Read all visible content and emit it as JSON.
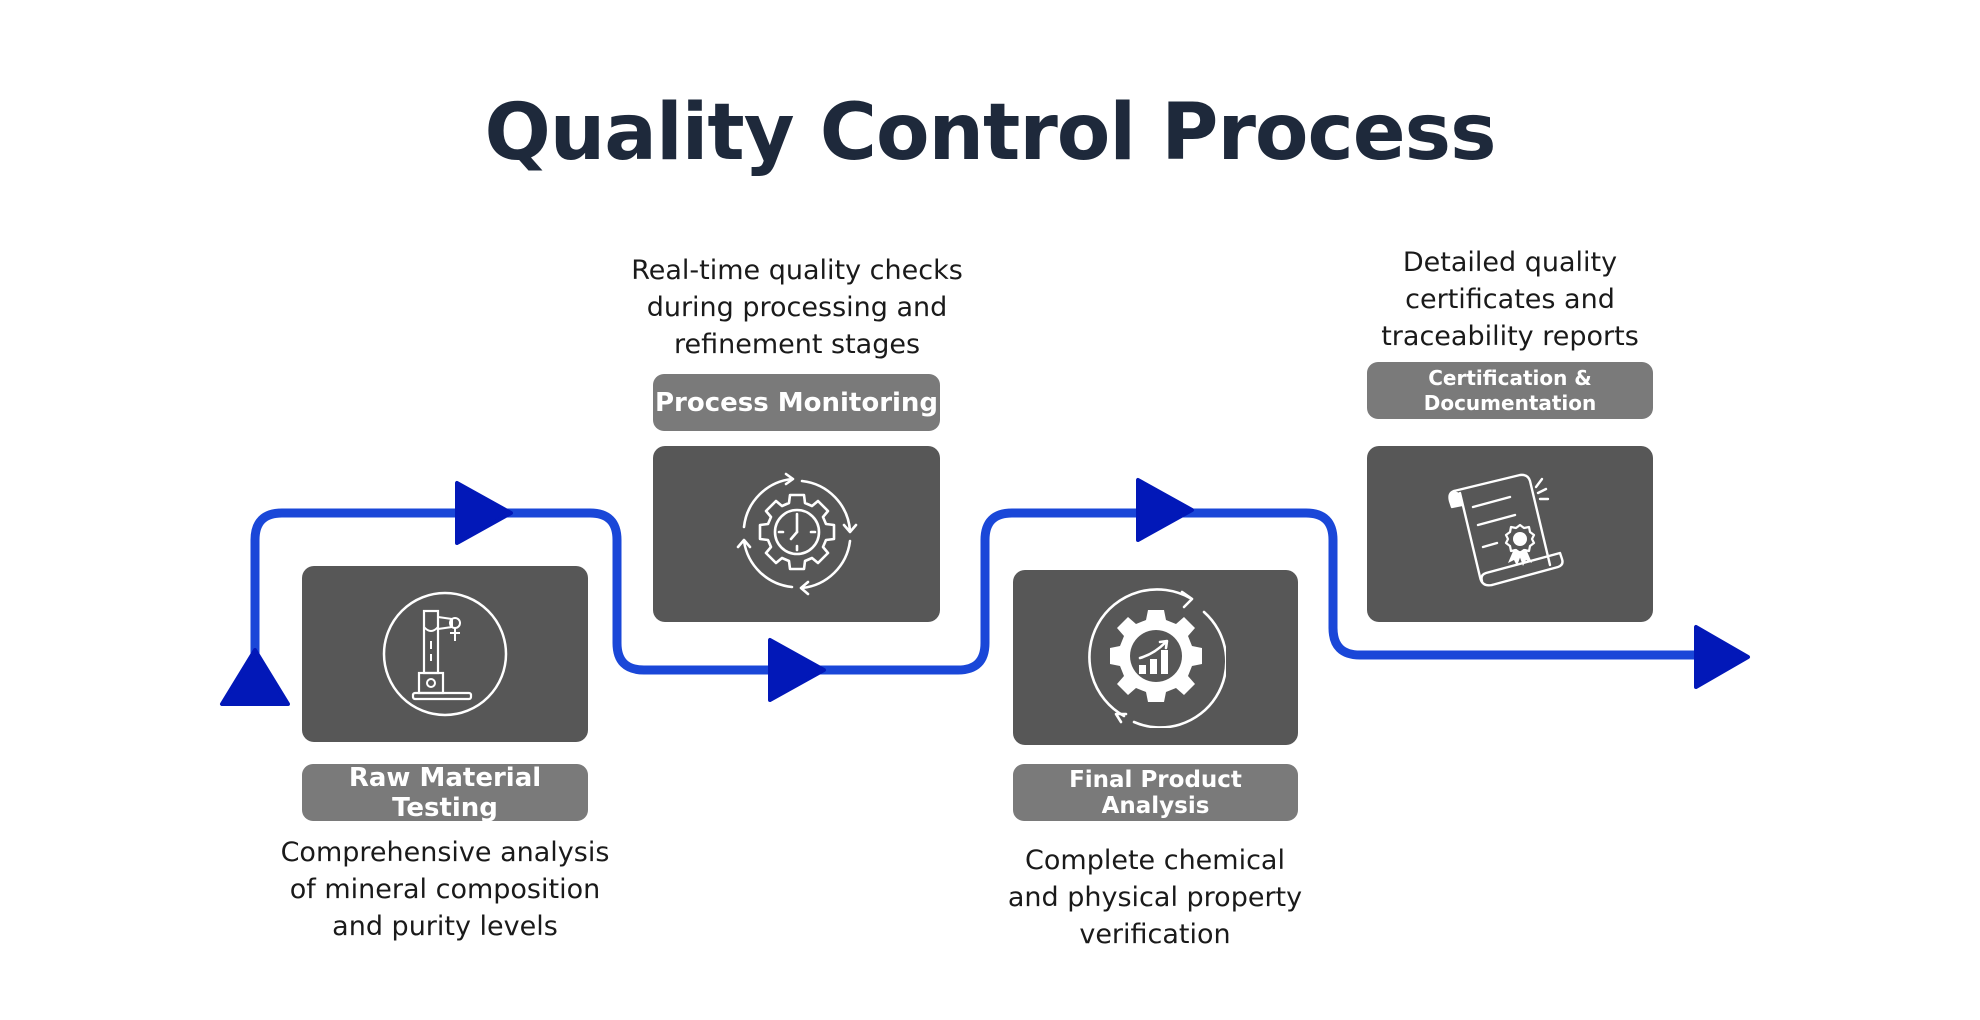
{
  "title": "Quality Control Process",
  "colors": {
    "title": "#1e293b",
    "path": "#1a47d8",
    "arrow": "#0218b8",
    "card": "#575757",
    "label": "#7a7a7a",
    "text": "#1a1a1a"
  },
  "steps": [
    {
      "label": "Raw Material Testing",
      "icon": "microscope-icon",
      "description": [
        "Comprehensive analysis",
        "of mineral composition",
        "and purity levels"
      ]
    },
    {
      "label": "Process Monitoring",
      "icon": "gear-clock-cycle-icon",
      "description": [
        "Real-time quality checks",
        "during processing and",
        "refinement stages"
      ]
    },
    {
      "label": "Final Product Analysis",
      "icon": "gear-chart-cycle-icon",
      "description": [
        "Complete chemical",
        "and physical property",
        "verification"
      ]
    },
    {
      "label": "Certification & Documentation",
      "label_lines": [
        "Certification &",
        "Documentation"
      ],
      "icon": "certificate-scroll-icon",
      "description": [
        "Detailed quality",
        "certificates and",
        "traceability reports"
      ]
    }
  ]
}
